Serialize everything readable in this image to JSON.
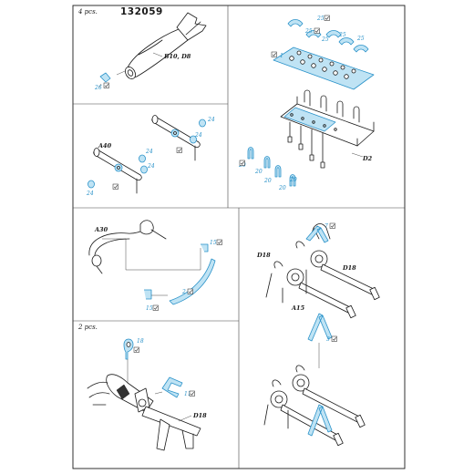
{
  "sheet": {
    "code": "132059",
    "qty_top": "4 pcs.",
    "qty_bottom": "2 pcs."
  },
  "panel_bomb": {
    "part_label": "B10, D8",
    "pe_numbers": [
      "26"
    ]
  },
  "panel_rack": {
    "part_label": "D2",
    "pe_numbers": [
      "25",
      "25",
      "25",
      "25",
      "25",
      "1",
      "20",
      "20",
      "20",
      "20",
      "20"
    ]
  },
  "panel_shackle": {
    "part_label": "A40",
    "pe_numbers": [
      "24",
      "24",
      "24",
      "24",
      "24"
    ]
  },
  "panel_wire": {
    "part_label": "A30",
    "pe_numbers": [
      "15",
      "2",
      "15"
    ]
  },
  "panel_guns": {
    "part_labels": [
      "D18",
      "D18",
      "A15"
    ],
    "pe_numbers": [
      "7",
      "3"
    ]
  },
  "panel_mount": {
    "part_label": "D18",
    "pe_numbers": [
      "18",
      "11"
    ]
  },
  "colors": {
    "photo_etch": "#2a92c9",
    "photo_etch_fill": "#bfe3f4",
    "ink": "#1a1a1a"
  }
}
